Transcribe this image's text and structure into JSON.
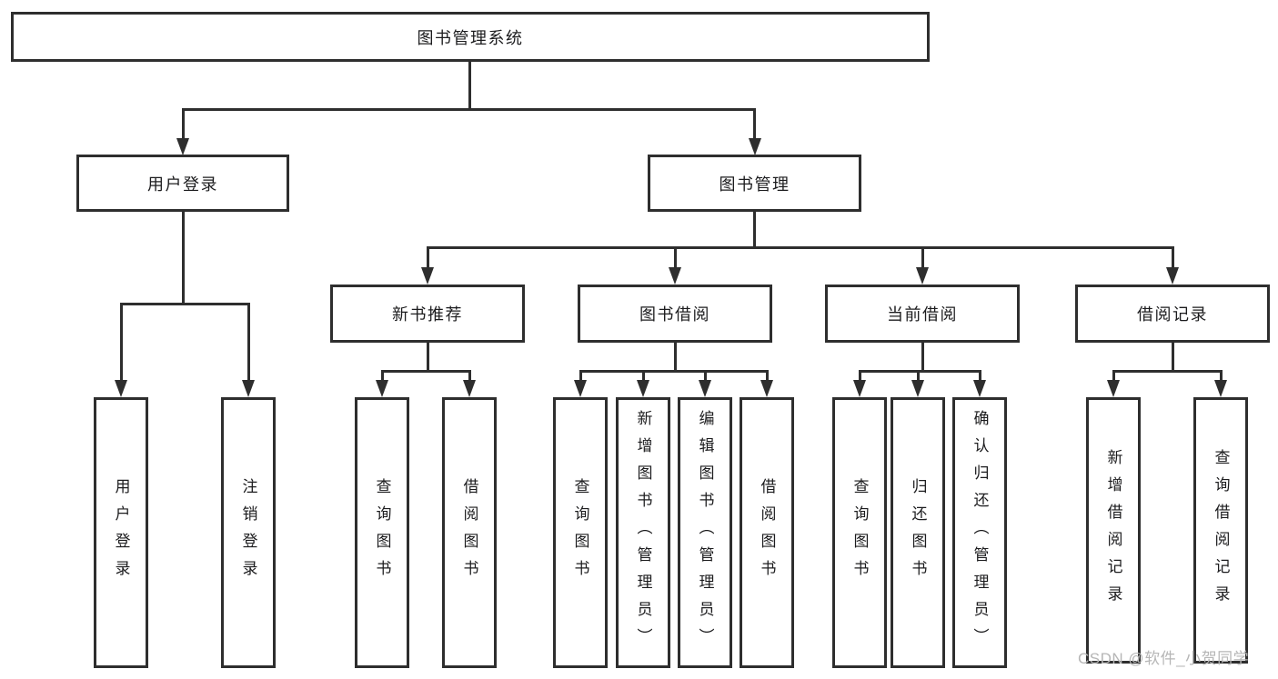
{
  "diagram": {
    "tree": {
      "label": "图书管理系统",
      "children": [
        {
          "label": "用户登录",
          "children": [
            {
              "label": "用户登录"
            },
            {
              "label": "注销登录"
            }
          ]
        },
        {
          "label": "图书管理",
          "children": [
            {
              "label": "新书推荐",
              "children": [
                {
                  "label": "查询图书"
                },
                {
                  "label": "借阅图书"
                }
              ]
            },
            {
              "label": "图书借阅",
              "children": [
                {
                  "label": "查询图书"
                },
                {
                  "label": "新增图书（管理员）"
                },
                {
                  "label": "编辑图书（管理员）"
                },
                {
                  "label": "借阅图书"
                }
              ]
            },
            {
              "label": "当前借阅",
              "children": [
                {
                  "label": "查询图书"
                },
                {
                  "label": "归还图书"
                },
                {
                  "label": "确认归还（管理员）"
                }
              ]
            },
            {
              "label": "借阅记录",
              "children": [
                {
                  "label": "新增借阅记录"
                },
                {
                  "label": "查询借阅记录"
                }
              ]
            }
          ]
        }
      ]
    },
    "line_color": "#2e2e2e",
    "background": "#ffffff"
  },
  "watermark": {
    "text": "CSDN @软件_小贺同学",
    "color": "#b6b6b6"
  }
}
